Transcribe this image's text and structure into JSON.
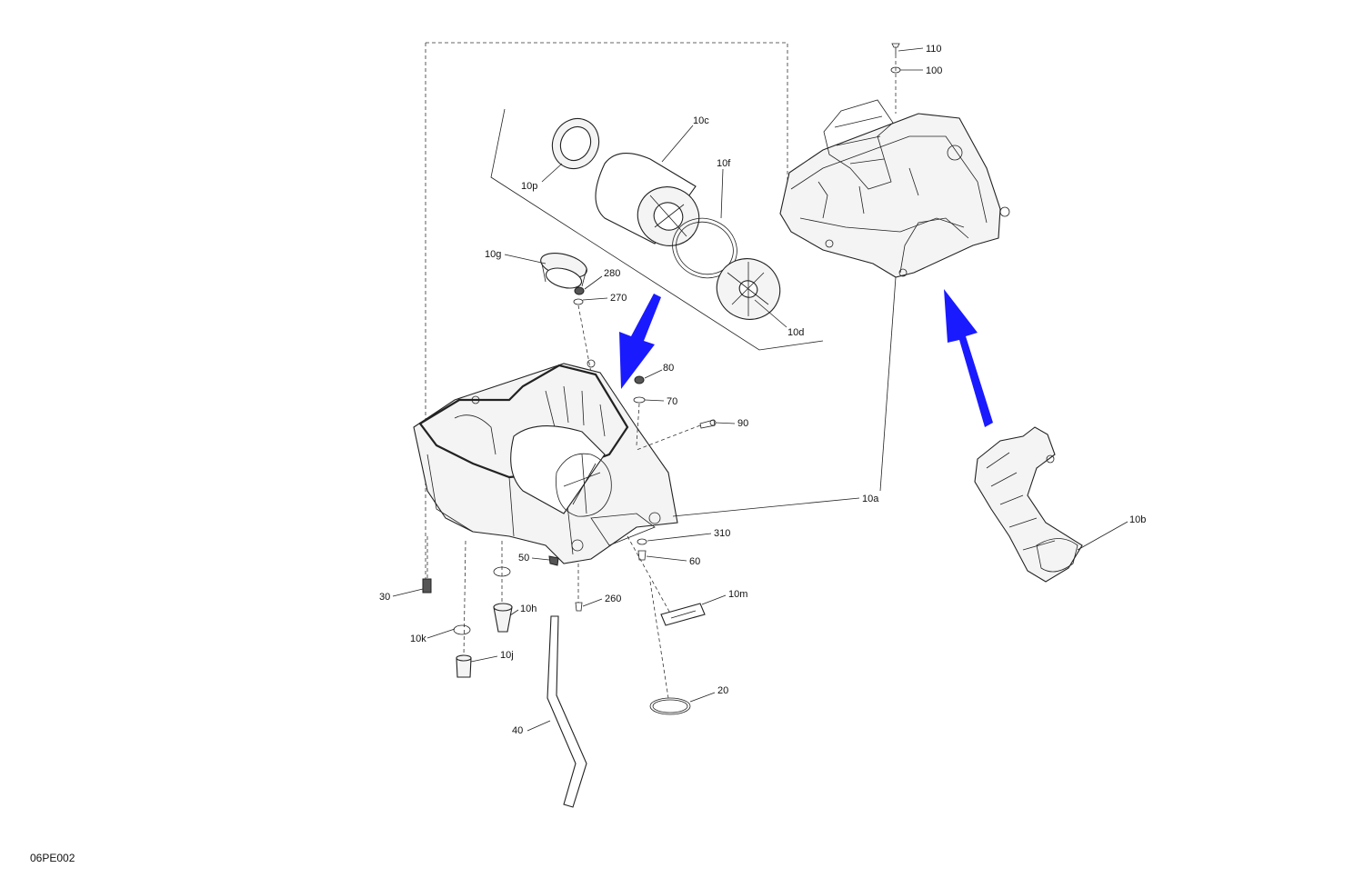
{
  "drawing_code": "06PE002",
  "colors": {
    "highlight": "#e8632c",
    "arrow": "#1a1aff",
    "line": "#222222"
  },
  "callouts": {
    "c110": "110",
    "c100": "100",
    "c10c": "10c",
    "c10f": "10f",
    "c10p": "10p",
    "c10g": "10g",
    "c280": "280",
    "c270": "270",
    "c10d": "10d",
    "c80": "80",
    "c70": "70",
    "c90": "90",
    "c10a": "10a",
    "c310": "310",
    "c60": "60",
    "c50": "50",
    "c10b": "10b",
    "c30": "30",
    "c10h": "10h",
    "c260": "260",
    "c10m": "10m",
    "c10k": "10k",
    "c10j": "10j",
    "c20": "20",
    "c40": "40"
  }
}
